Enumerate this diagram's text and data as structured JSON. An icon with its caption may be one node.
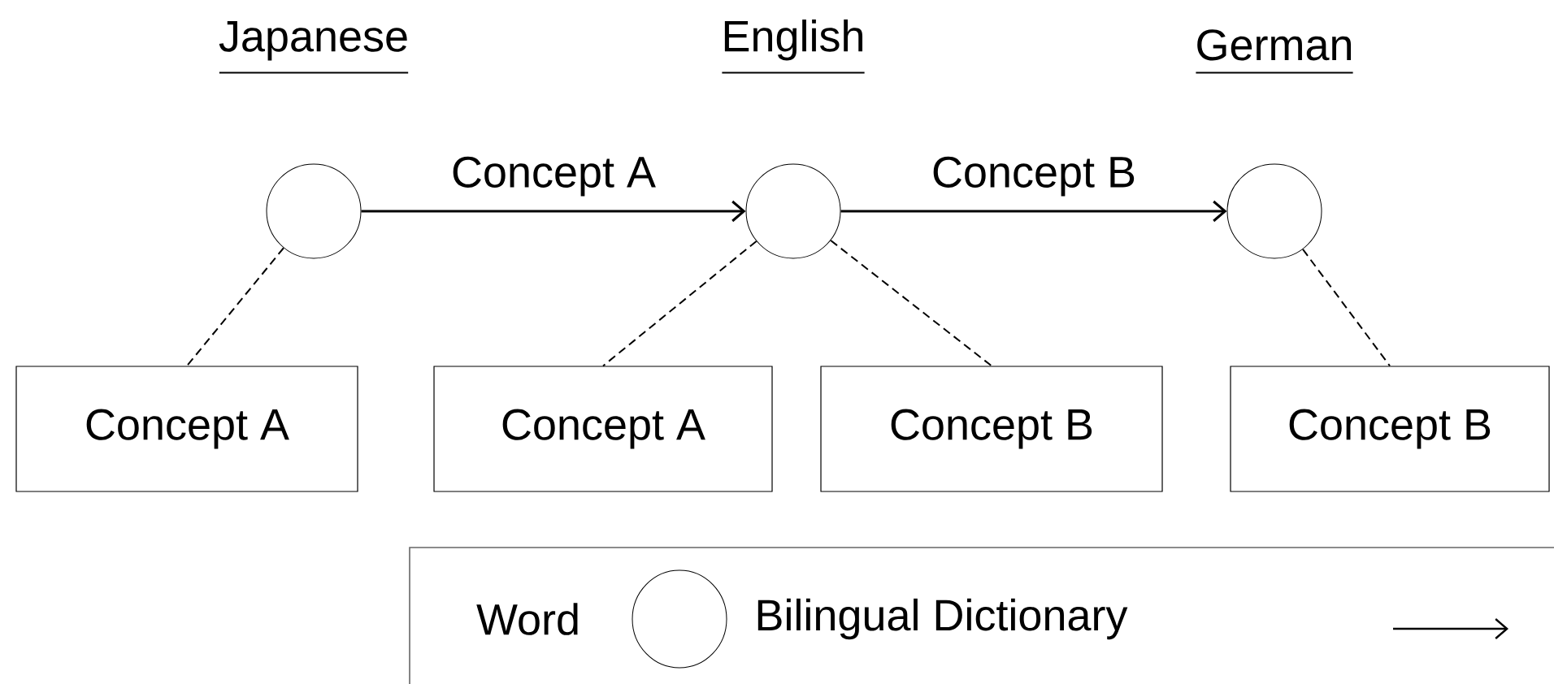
{
  "diagram": {
    "nodes": [
      {
        "text": [],
        "shape": "circle",
        "beside": [
          "Japanese"
        ]
      },
      {
        "text": [],
        "shape": "circle",
        "beside": [
          "English"
        ]
      },
      {
        "text": [],
        "shape": "circle",
        "beside": [
          "German"
        ]
      },
      {
        "text": [
          "Concept A"
        ]
      },
      {
        "text": [
          "Concept A"
        ]
      },
      {
        "text": [
          "Concept B"
        ]
      },
      {
        "text": [
          "Concept B"
        ]
      }
    ],
    "edges": [
      {
        "from": 0,
        "to": 1,
        "arrow": "to",
        "label": "Concept A"
      },
      {
        "from": 1,
        "to": 2,
        "arrow": "to",
        "label": "Concept B"
      },
      {
        "from": 0,
        "to": 3,
        "arrow": "none",
        "style": "dashed"
      },
      {
        "from": 1,
        "to": 4,
        "arrow": "none",
        "style": "dashed"
      },
      {
        "from": 1,
        "to": 5,
        "arrow": "none",
        "style": "dashed"
      },
      {
        "from": 2,
        "to": 6,
        "arrow": "none",
        "style": "dashed"
      }
    ],
    "legend": [
      {
        "text": "Word"
      },
      {
        "text": "Bilingual Dictionary"
      }
    ]
  }
}
